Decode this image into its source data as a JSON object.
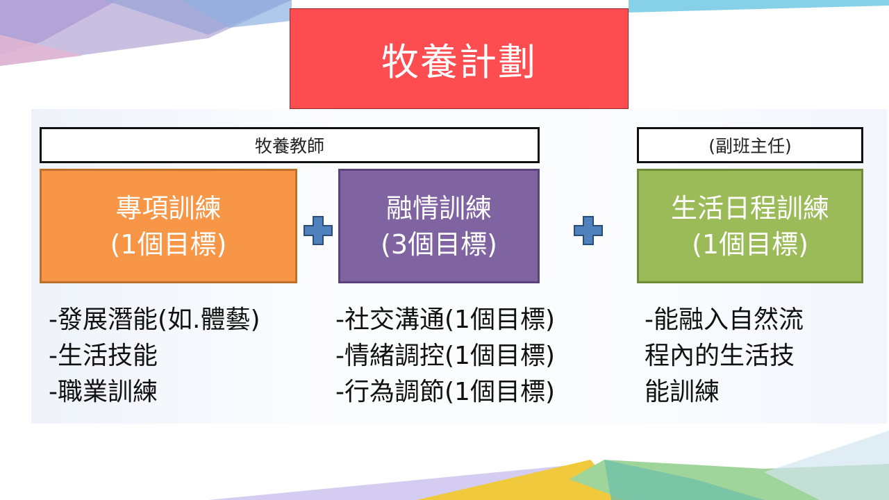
{
  "title": "牧養計劃",
  "header_labels": {
    "teacher": "牧養教師",
    "vice_class_teacher": "(副班主任)"
  },
  "cards": [
    {
      "line1": "專項訓練",
      "line2": "(1個目標)",
      "color": "#f79646"
    },
    {
      "line1": "融情訓練",
      "line2": "(3個目標)",
      "color": "#8064a2"
    },
    {
      "line1": "生活日程訓練",
      "line2": "(1個目標)",
      "color": "#9bbb59"
    }
  ],
  "plus_icon_color": "#4f81bd",
  "lists": [
    [
      "-發展潛能(如.體藝)",
      "-生活技能",
      "-職業訓練"
    ],
    [
      "-社交溝通(1個目標)",
      "-情緒調控(1個目標)",
      "-行為調節(1個目標)"
    ],
    [
      "-能融入自然流",
      "程內的生活技",
      "能訓練"
    ]
  ]
}
